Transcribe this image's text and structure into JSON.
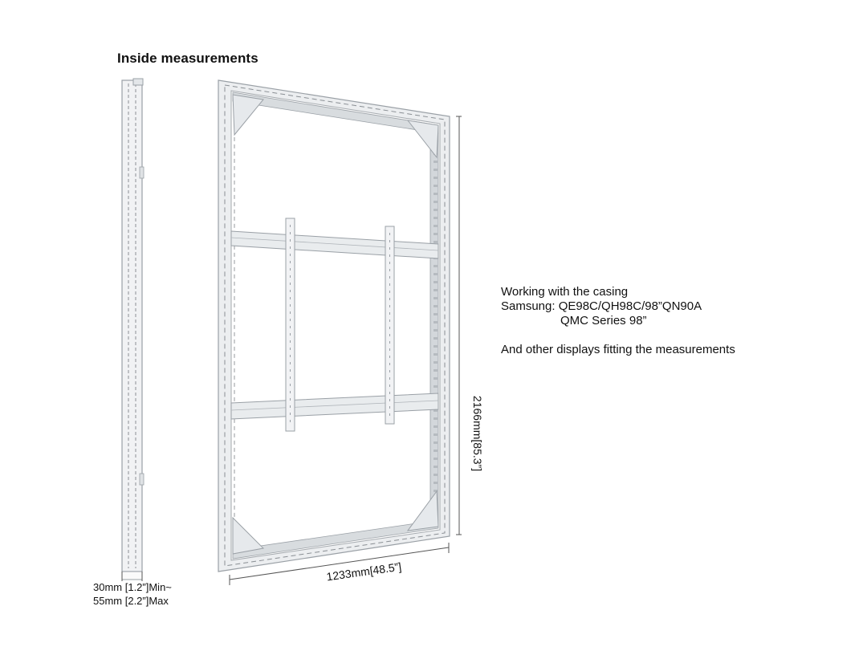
{
  "heading": "Inside measurements",
  "dimensions": {
    "width_label": "1233mm[48.5”]",
    "height_label": "2166mm[85.3”]",
    "depth_min": "30mm [1.2”]Min~",
    "depth_max": "55mm [2.2”]Max"
  },
  "info": {
    "line1": "Working with the casing",
    "line2": "Samsung: QE98C/QH98C/98”QN90A",
    "line3": "QMC Series 98”",
    "line4": "And other displays fitting the measurements"
  },
  "colors": {
    "frame_fill": "#eceef0",
    "frame_stroke": "#9aa0a6",
    "dashed": "#8a8f94",
    "dimension_line": "#555555"
  }
}
